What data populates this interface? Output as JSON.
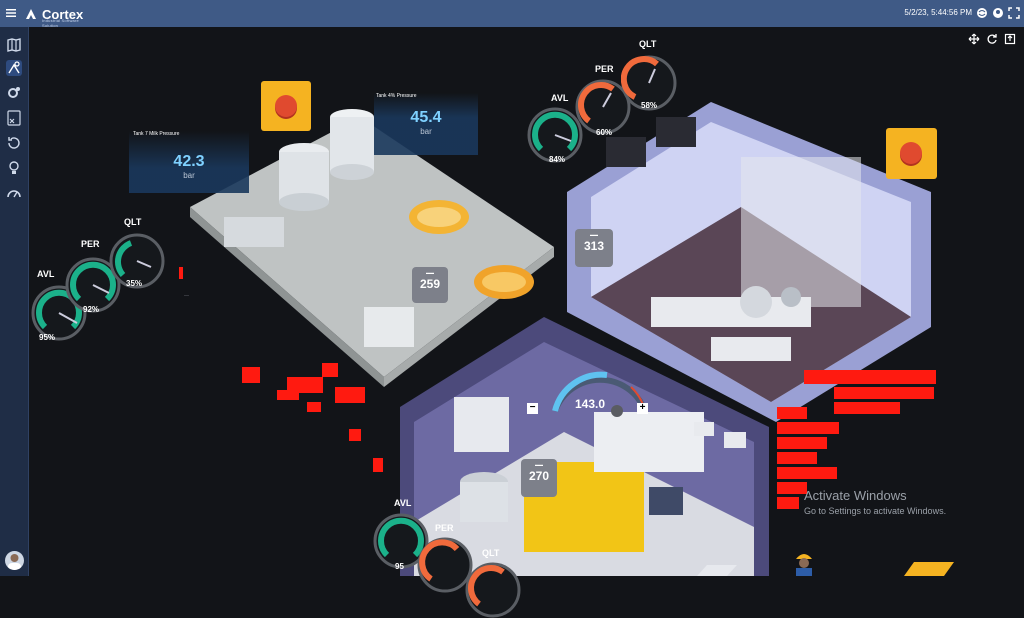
{
  "topbar": {
    "app_name": "Cortex",
    "tagline": "Industrial Software Solution",
    "datetime": "5/2/23, 5:44:56 PM"
  },
  "readouts": {
    "tank7": {
      "title": "Tank 7 Milk Pressure",
      "value": "42.3",
      "unit": "bar"
    },
    "tank4": {
      "title": "Tank 4% Pressure",
      "value": "45.4",
      "unit": "bar"
    }
  },
  "gauges": {
    "left": [
      {
        "label": "AVL",
        "value": "95%",
        "pct": 95
      },
      {
        "label": "PER",
        "value": "92%",
        "pct": 92
      },
      {
        "label": "QLT",
        "value": "35%",
        "pct": 35
      }
    ],
    "top": [
      {
        "label": "AVL",
        "value": "84%",
        "pct": 84
      },
      {
        "label": "PER",
        "value": "60%",
        "pct": 60
      },
      {
        "label": "QLT",
        "value": "58%",
        "pct": 58
      }
    ],
    "bottom": [
      {
        "label": "AVL",
        "value": "95",
        "pct": 95
      },
      {
        "label": "PER",
        "value": "",
        "pct": 70
      },
      {
        "label": "QLT",
        "value": "",
        "pct": 60
      }
    ]
  },
  "counters": {
    "dairy": "259",
    "factory": "313",
    "line": "270"
  },
  "dial": {
    "value": "143.0",
    "minus": "−",
    "plus": "+"
  },
  "watermark": {
    "line1": "Activate Windows",
    "line2": "Go to Settings to activate Windows."
  },
  "colors": {
    "accent": "#3f5a86",
    "alarm_red": "#ff1a10",
    "gauge_green": "#1bb18a",
    "gauge_orange": "#f06a3c",
    "estop_yellow": "#f5b321"
  }
}
